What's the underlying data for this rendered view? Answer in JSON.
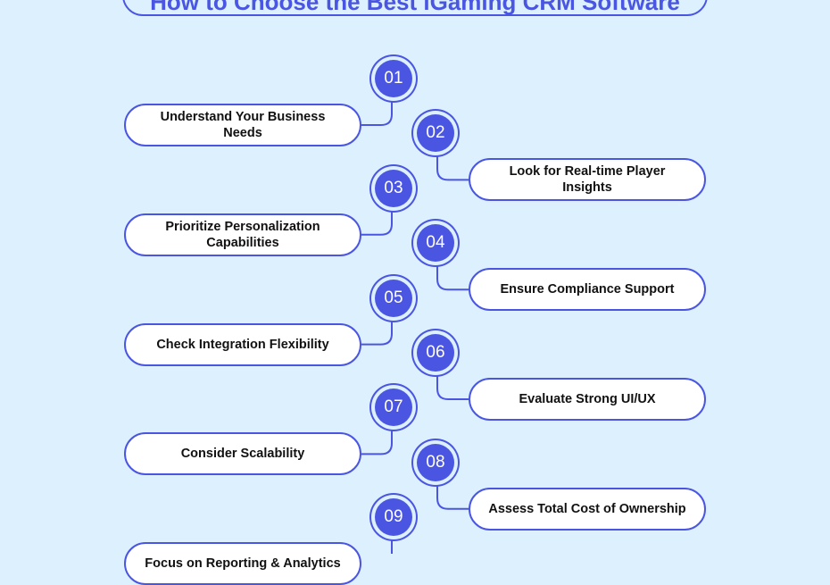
{
  "title": "How to Choose the Best iGaming CRM Software",
  "colors": {
    "background": "#ddf0fd",
    "accent": "#4a56e2",
    "card": "#ffffff",
    "text": "#111111"
  },
  "steps": [
    {
      "number": "01",
      "label": "Understand Your Business Needs"
    },
    {
      "number": "02",
      "label": "Look for Real-time Player Insights"
    },
    {
      "number": "03",
      "label": "Prioritize Personalization Capabilities"
    },
    {
      "number": "04",
      "label": "Ensure Compliance Support"
    },
    {
      "number": "05",
      "label": "Check Integration Flexibility"
    },
    {
      "number": "06",
      "label": "Evaluate Strong UI/UX"
    },
    {
      "number": "07",
      "label": "Consider Scalability"
    },
    {
      "number": "08",
      "label": "Assess Total Cost of Ownership"
    },
    {
      "number": "09",
      "label": "Focus on Reporting & Analytics"
    }
  ]
}
